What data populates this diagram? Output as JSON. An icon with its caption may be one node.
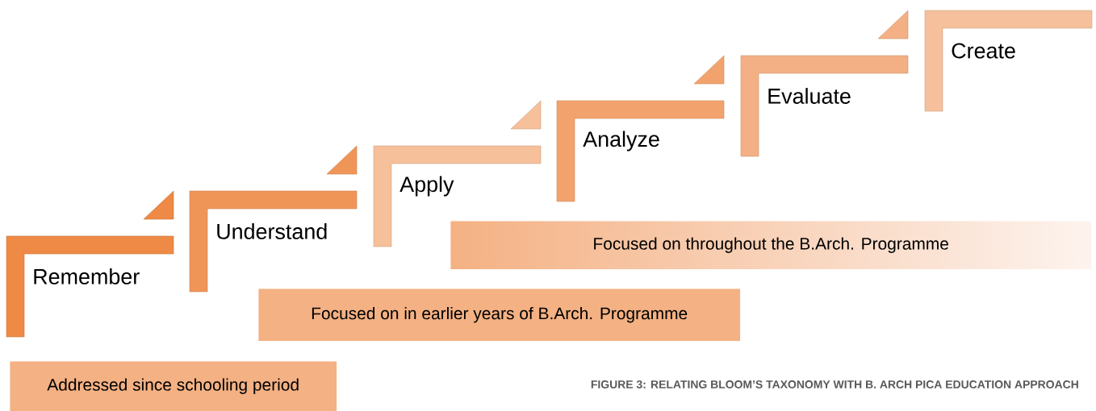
{
  "diagram": {
    "caption": "FIGURE 3: RELATING BLOOM’S TAXONOMY WITH B. ARCH PICA EDUCATION APPROACH",
    "nodes": [
      {
        "text": [
          "Remember"
        ]
      },
      {
        "text": [
          "Understand"
        ]
      },
      {
        "text": [
          "Apply"
        ]
      },
      {
        "text": [
          "Analyze"
        ]
      },
      {
        "text": [
          "Evaluate"
        ]
      },
      {
        "text": [
          "Create"
        ]
      },
      {
        "text": [
          "Focused on throughout the B.Arch. Programme"
        ]
      },
      {
        "text": [
          "Focused on in earlier years of B.Arch. Programme"
        ]
      },
      {
        "text": [
          "Addressed since schooling period"
        ]
      }
    ]
  }
}
